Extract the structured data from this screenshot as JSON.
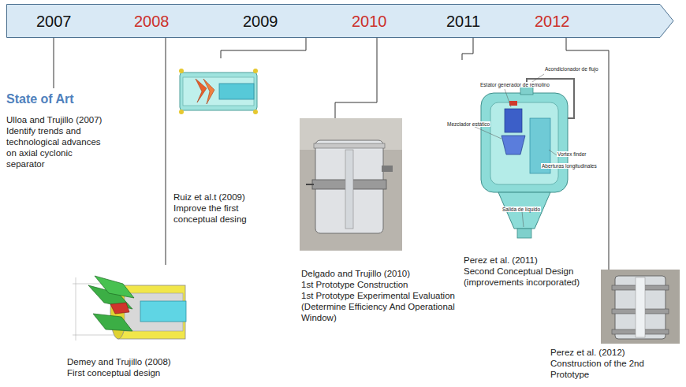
{
  "diagram": {
    "nodes": [
      {
        "text": [
          "2007",
          "2008",
          "2009",
          "2010",
          "2011",
          "2012"
        ]
      }
    ],
    "labels": [
      "State of Art",
      "Ulloa and Trujillo (2007)",
      "Identify trends and technological advances on axial cyclonic separator",
      "Ruiz et al.t (2009)",
      "Improve the first conceptual desing",
      "Demey and Trujillo (2008)",
      "First conceptual design",
      "Delgado and Trujillo (2010)",
      "1st Prototype Construction",
      "1st Prototype Experimental Evaluation (Determine Efficiency And Operational Window)",
      "Perez et al. (2011)",
      "Second Conceptual Design (improvements incorporated)",
      "Perez et al. (2012)",
      "Construction of the 2nd Prototype",
      "Acondicionador de flujo",
      "Estator generador de remolino",
      "Mezclador estático",
      "Vortex finder",
      "Aberturas longitudinales",
      "Salida de líquido"
    ]
  }
}
